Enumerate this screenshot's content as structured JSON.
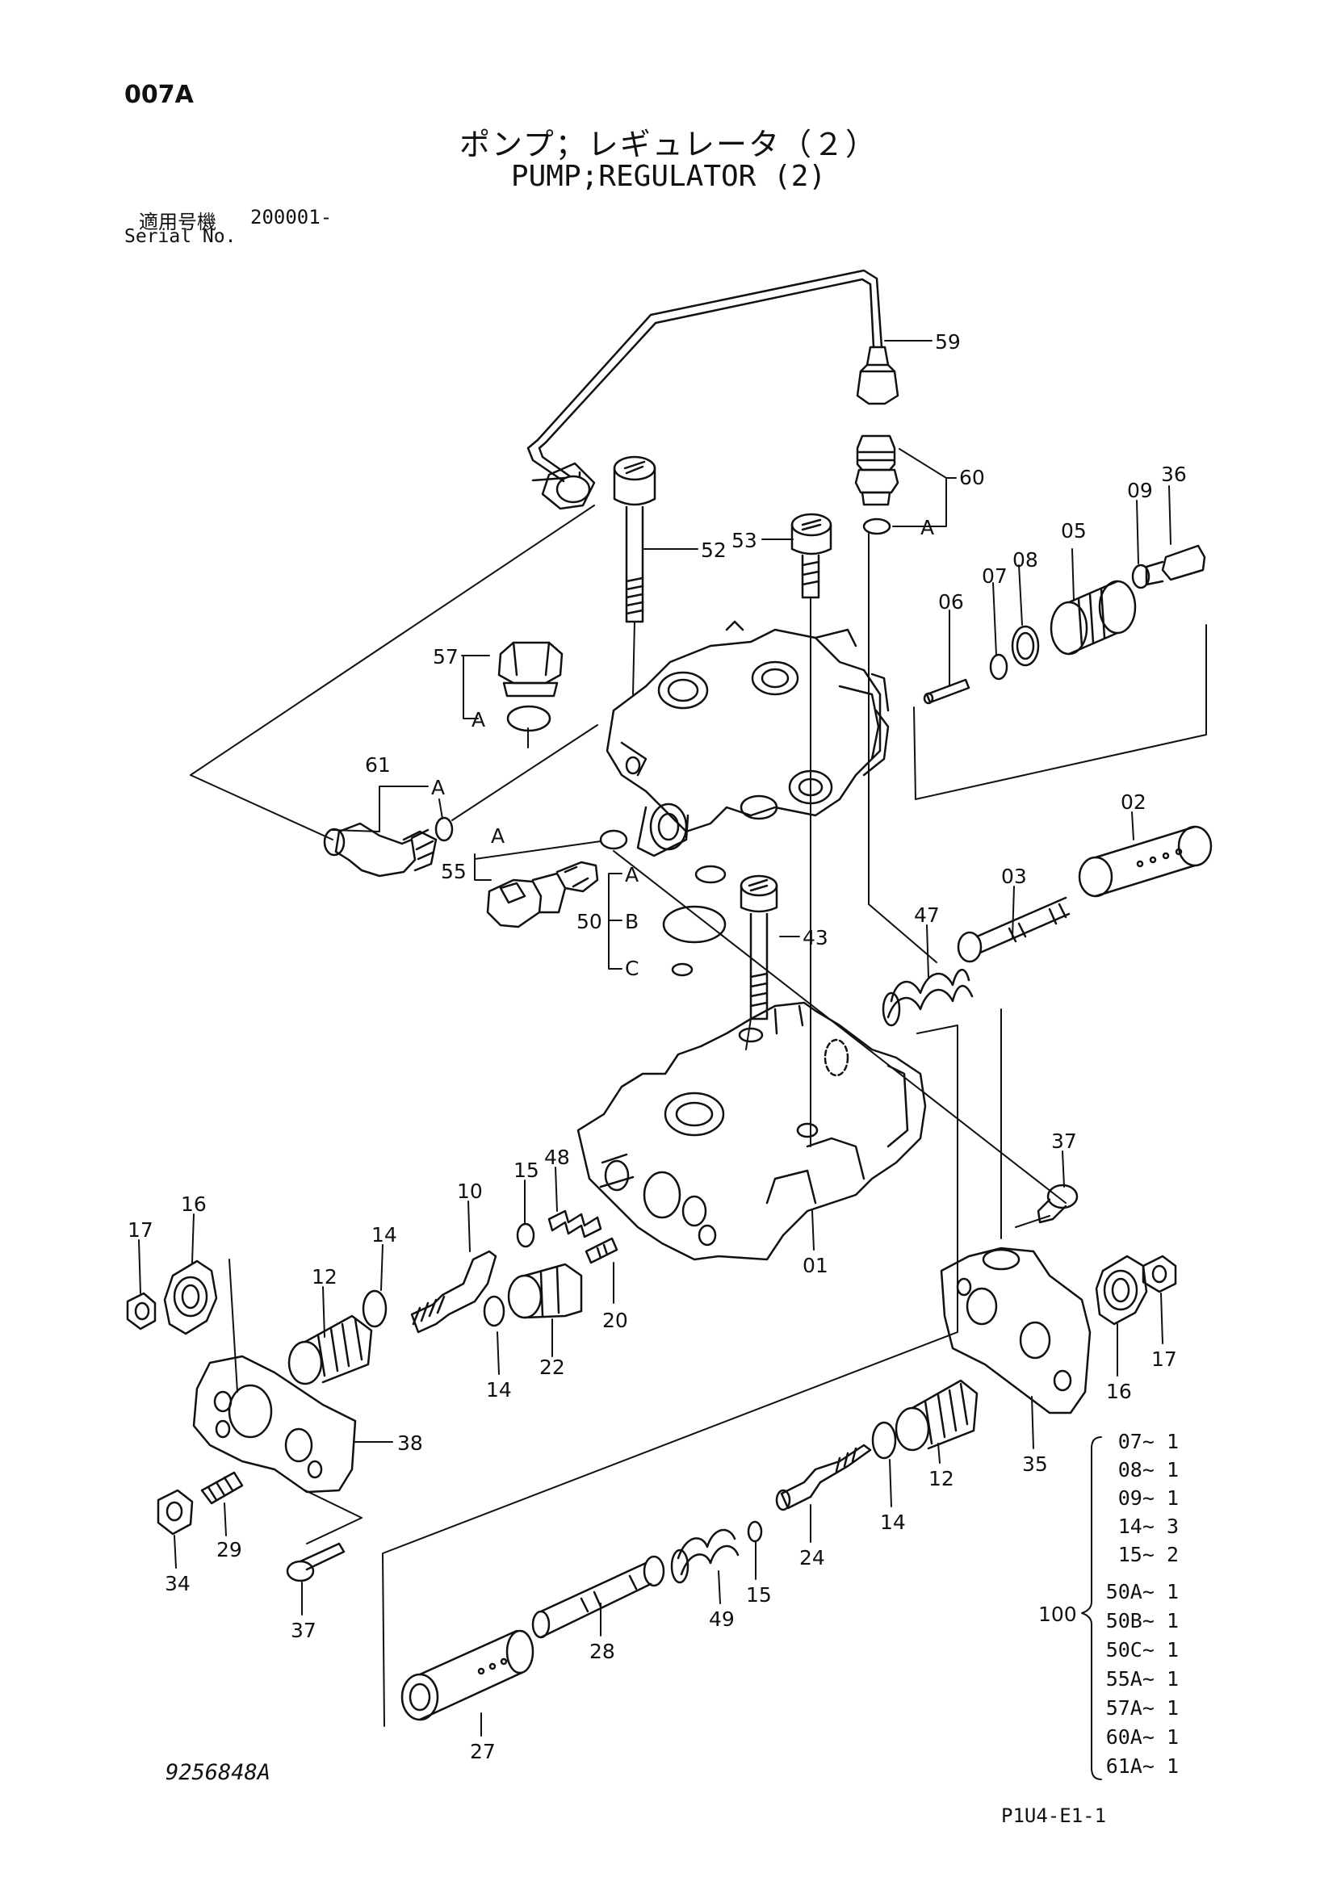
{
  "header": {
    "page_code": "007A",
    "title_jp": "ポンプ；レギュレータ（２）",
    "title_en": "PUMP;REGULATOR (2)",
    "serial_label_jp": "適用号機",
    "serial_value": "200001-",
    "serial_label_en": "Serial No."
  },
  "footer": {
    "drawing_number": "9256848A",
    "page_ref": "P1U4-E1-1"
  },
  "callouts": [
    {
      "id": "c59",
      "label": "59"
    },
    {
      "id": "c60",
      "label": "60"
    },
    {
      "id": "cA1",
      "label": "A"
    },
    {
      "id": "c36",
      "label": "36"
    },
    {
      "id": "c09a",
      "label": "09"
    },
    {
      "id": "c05",
      "label": "05"
    },
    {
      "id": "c08",
      "label": "08"
    },
    {
      "id": "c07",
      "label": "07"
    },
    {
      "id": "c06",
      "label": "06"
    },
    {
      "id": "c52",
      "label": "52"
    },
    {
      "id": "c53",
      "label": "53"
    },
    {
      "id": "c57",
      "label": "57"
    },
    {
      "id": "cA2",
      "label": "A"
    },
    {
      "id": "c61",
      "label": "61"
    },
    {
      "id": "cA3",
      "label": "A"
    },
    {
      "id": "cA4",
      "label": "A"
    },
    {
      "id": "c55",
      "label": "55"
    },
    {
      "id": "c50",
      "label": "50"
    },
    {
      "id": "cA5",
      "label": "A"
    },
    {
      "id": "cB",
      "label": "B"
    },
    {
      "id": "cC",
      "label": "C"
    },
    {
      "id": "c43",
      "label": "43"
    },
    {
      "id": "c02",
      "label": "02"
    },
    {
      "id": "c03",
      "label": "03"
    },
    {
      "id": "c47",
      "label": "47"
    },
    {
      "id": "c37a",
      "label": "37"
    },
    {
      "id": "c16a",
      "label": "16"
    },
    {
      "id": "c17a",
      "label": "17"
    },
    {
      "id": "c12a",
      "label": "12"
    },
    {
      "id": "c14a",
      "label": "14"
    },
    {
      "id": "c10",
      "label": "10"
    },
    {
      "id": "c15a",
      "label": "15"
    },
    {
      "id": "c48",
      "label": "48"
    },
    {
      "id": "c14b",
      "label": "14"
    },
    {
      "id": "c22",
      "label": "22"
    },
    {
      "id": "c20",
      "label": "20"
    },
    {
      "id": "c01",
      "label": "01"
    },
    {
      "id": "c38",
      "label": "38"
    },
    {
      "id": "c29",
      "label": "29"
    },
    {
      "id": "c34",
      "label": "34"
    },
    {
      "id": "c37b",
      "label": "37"
    },
    {
      "id": "c16b",
      "label": "16"
    },
    {
      "id": "c17b",
      "label": "17"
    },
    {
      "id": "c35",
      "label": "35"
    },
    {
      "id": "c12b",
      "label": "12"
    },
    {
      "id": "c14c",
      "label": "14"
    },
    {
      "id": "c24",
      "label": "24"
    },
    {
      "id": "c15b",
      "label": "15"
    },
    {
      "id": "c49",
      "label": "49"
    },
    {
      "id": "c28",
      "label": "28"
    },
    {
      "id": "c27",
      "label": "27"
    }
  ],
  "kit": {
    "label": "100",
    "items": [
      "07~ 1",
      "08~ 1",
      "09~ 1",
      "14~ 3",
      "15~ 2",
      "50A~ 1",
      "50B~ 1",
      "50C~ 1",
      "55A~ 1",
      "57A~ 1",
      "60A~ 1",
      "61A~ 1"
    ]
  }
}
